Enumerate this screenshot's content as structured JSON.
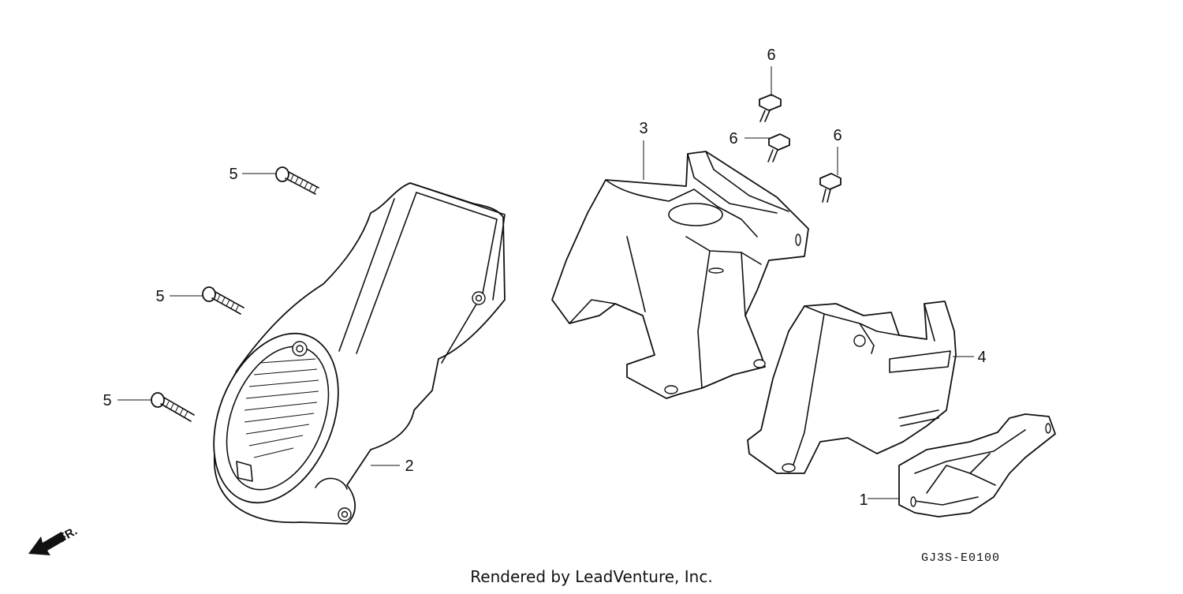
{
  "diagram": {
    "callouts": [
      "1",
      "2",
      "3",
      "4",
      "5",
      "5",
      "5",
      "6",
      "6",
      "6"
    ],
    "diagram_code": "GJ3S-E0100",
    "front_indicator": "FR.",
    "credit": "Rendered by LeadVenture, Inc."
  }
}
